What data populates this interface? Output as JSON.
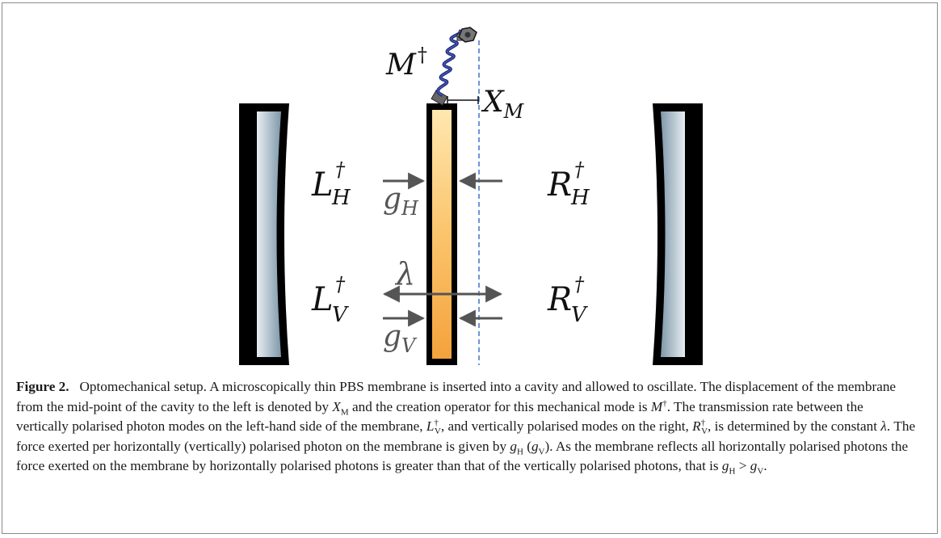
{
  "figure": {
    "labels": {
      "membrane_mode": "M",
      "dagger": "†",
      "displacement": "X",
      "displacement_sub": "M",
      "left_h": "L",
      "left_h_sub": "H",
      "right_h": "R",
      "right_h_sub": "H",
      "left_v": "L",
      "left_v_sub": "V",
      "right_v": "R",
      "right_v_sub": "V",
      "coupling_h": "g",
      "coupling_h_sub": "H",
      "coupling_v": "g",
      "coupling_v_sub": "V",
      "transmission": "λ"
    },
    "colors": {
      "mirror_frame": "#000000",
      "mirror_glass_center": "#e8eef2",
      "mirror_glass_edge": "#7f98aa",
      "membrane_center": "#ffe7b0",
      "membrane_edge": "#f4a23c",
      "spring": "#1e2a78",
      "dashed_line": "#4b7bd0",
      "arrows": "#555555"
    }
  },
  "caption": {
    "label": "Figure 2.",
    "text_1": "Optomechanical setup. A microscopically thin PBS membrane is inserted into a cavity and allowed to oscillate. The displacement of the membrane from the mid-point of the cavity to the left is denoted by ",
    "x_sym": "X",
    "x_sub": "M",
    "text_2": " and the creation operator for this mechanical mode is ",
    "m_sym": "M",
    "m_sup": "†",
    "text_3": ". The transmission rate between the vertically polarised photon modes on the left-hand side of the membrane, ",
    "l_sym": "L",
    "l_sub": "V",
    "l_sup": "†",
    "text_4": ", and vertically polarised modes on the right, ",
    "r_sym": "R",
    "r_sub": "V",
    "r_sup": "†",
    "text_5": ", is determined by the constant ",
    "lambda_sym": "λ",
    "text_6": ". The force exerted per horizontally (vertically) polarised photon on the membrane is given by ",
    "gh_sym": "g",
    "gh_sub": "H",
    "text_7": " (",
    "gv_sym": "g",
    "gv_sub": "V",
    "text_8": "). As the membrane reflects all horizontally polarised photons the force exerted on the membrane by horizontally polarised photons is greater than that of the vertically polarised photons, that is ",
    "ineq_g1": "g",
    "ineq_sub1": "H",
    "ineq_op": " > ",
    "ineq_g2": "g",
    "ineq_sub2": "V",
    "text_9": "."
  }
}
